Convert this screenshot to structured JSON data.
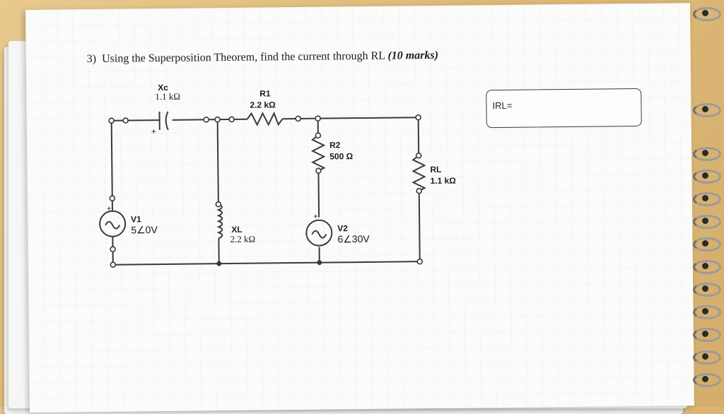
{
  "question": {
    "number": "3)",
    "text": "Using the Superposition Theorem, find the current through",
    "subject": "RL",
    "marks": "(10 marks)"
  },
  "answer_box": {
    "label": "IRL="
  },
  "circuit": {
    "xc": {
      "name": "Xc",
      "value": "1.1 kΩ"
    },
    "r1": {
      "name": "R1",
      "value": "2.2 kΩ"
    },
    "r2": {
      "name": "R2",
      "value": "500 Ω"
    },
    "rl": {
      "name": "RL",
      "value": "1.1 kΩ"
    },
    "xl": {
      "name": "XL",
      "value": "2.2 kΩ"
    },
    "v1": {
      "name": "V1",
      "value": "5∠0V"
    },
    "v2": {
      "name": "V2",
      "value": "6∠30V"
    },
    "polarity_plus": "+"
  }
}
